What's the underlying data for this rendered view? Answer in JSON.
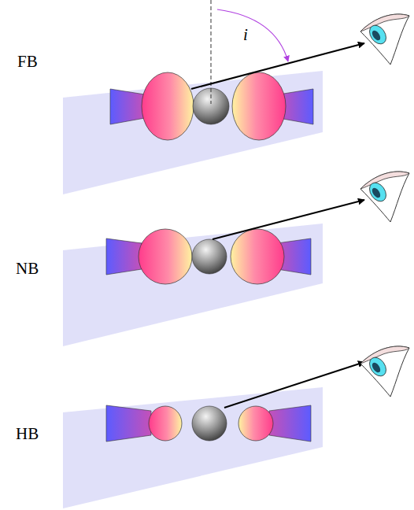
{
  "diagram": {
    "labels": [
      "i",
      "FB",
      "NB",
      "HB"
    ]
  }
}
